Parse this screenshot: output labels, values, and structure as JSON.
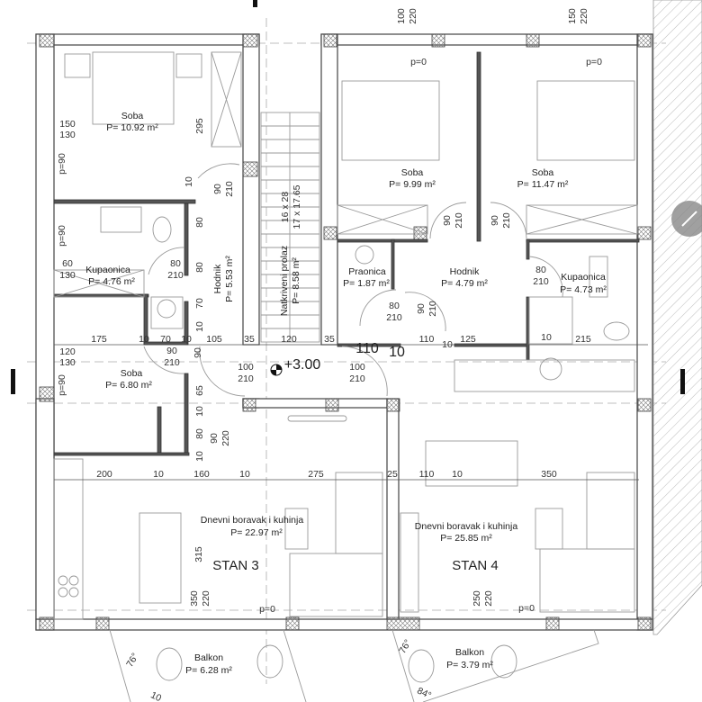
{
  "colors": {
    "wall": "#444444",
    "hatch": "#bbbbbb",
    "marker": "#111111"
  },
  "level": "+3.00",
  "stan3": {
    "label": "STAN 3",
    "soba_top": {
      "name": "Soba",
      "area": "P= 10.92 m²",
      "win_w": "150",
      "win_h": "130",
      "parapet": "p=90",
      "dim_295": "295",
      "dim_10": "10"
    },
    "kupaonica": {
      "name": "Kupaonica",
      "area": "P= 4.76 m²",
      "parapet": "p=90",
      "win_w": "60",
      "win_h": "130",
      "door_w": "80",
      "door_h": "210"
    },
    "hodnik": {
      "name": "Hodnik",
      "area": "P= 5.53 m²",
      "door_w": "90",
      "door_h": "210",
      "d80a": "80",
      "d80b": "80",
      "d70": "70",
      "d10": "10",
      "d65": "65",
      "d10b": "10",
      "d80c": "80",
      "d10c": "10",
      "door2_w": "90",
      "door2_h": "220"
    },
    "soba_small": {
      "name": "Soba",
      "area": "P= 6.80 m²",
      "win_w": "120",
      "win_h": "130",
      "parapet": "p=90",
      "door_w": "90",
      "door_h": "210",
      "dim_90": "90"
    },
    "dnevni": {
      "name": "Dnevni boravak i kuhinja",
      "area": "P= 22.97 m²",
      "dim_315": "315",
      "win_w": "350",
      "win_h": "220",
      "parapet": "p=0"
    },
    "balkon": {
      "name": "Balkon",
      "area": "P= 6.28 m²",
      "angle": "76°",
      "side": "10"
    }
  },
  "prolaz": {
    "name": "Natkriveni prolaz",
    "area": "P= 8.58 m²",
    "stairs1": "16 x 28",
    "stairs2": "17 x 17.65",
    "door1_w": "100",
    "door1_h": "210",
    "door2_w": "100",
    "door2_h": "210"
  },
  "stan4": {
    "label": "STAN 4",
    "soba1": {
      "name": "Soba",
      "area": "P= 9.99 m²",
      "win_w": "100",
      "win_h": "220",
      "parapet": "p=0",
      "door_w": "90",
      "door_h": "210"
    },
    "soba2": {
      "name": "Soba",
      "area": "P= 11.47 m²",
      "win_w": "150",
      "win_h": "220",
      "parapet": "p=0",
      "door_w": "90",
      "door_h": "210"
    },
    "praonica": {
      "name": "Praonica",
      "area": "P= 1.87 m²",
      "door_w": "80",
      "door_h": "210"
    },
    "hodnik": {
      "name": "Hodnik",
      "area": "P= 4.79 m²",
      "door_w": "90",
      "door_h": "210"
    },
    "kupaonica": {
      "name": "Kupaonica",
      "area": "P= 4.73 m²",
      "door_w": "80",
      "door_h": "210"
    },
    "dnevni": {
      "name": "Dnevni boravak i kuhinja",
      "area": "P= 25.85 m²",
      "win_w": "250",
      "win_h": "220",
      "parapet": "p=0"
    },
    "balkon": {
      "name": "Balkon",
      "area": "P= 3.79 m²",
      "angle1": "76°",
      "angle2": "84°"
    }
  },
  "dims_row1": [
    "175",
    "10",
    "70",
    "10",
    "105",
    "35",
    "120",
    "35",
    "110",
    "10",
    "110",
    "10",
    "125",
    "10",
    "215"
  ],
  "dims_row2": [
    "200",
    "10",
    "160",
    "10",
    "275",
    "25",
    "110",
    "10",
    "350"
  ]
}
